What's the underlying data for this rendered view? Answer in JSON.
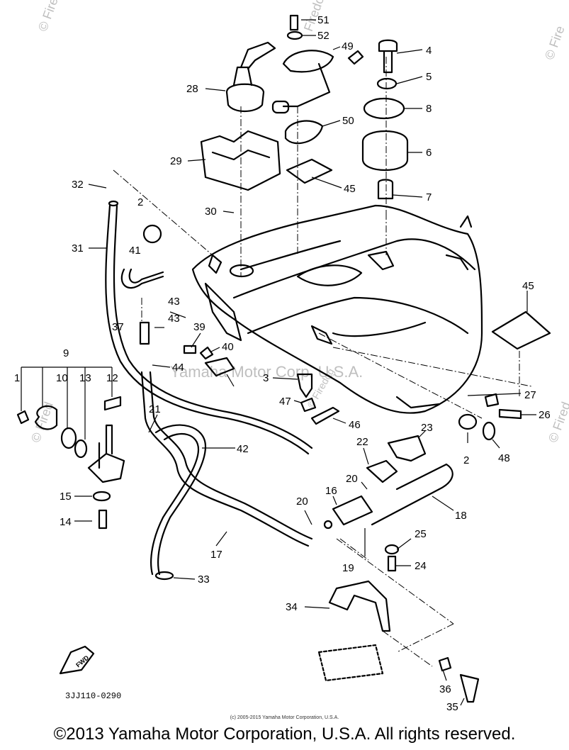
{
  "watermarks": {
    "top_left": "© Firedog",
    "top_mid": "Firedog",
    "top_right": "© Fire",
    "mid_left": "© Fired",
    "mid_right": "© Fired",
    "center": "Yamaha Motor Corp. U.S.A.",
    "center_small": "© Firedog"
  },
  "callouts": [
    "51",
    "52",
    "49",
    "4",
    "5",
    "8",
    "50",
    "6",
    "28",
    "29",
    "45",
    "7",
    "32",
    "30",
    "2",
    "31",
    "41",
    "43",
    "43",
    "37",
    "39",
    "40",
    "44",
    "9",
    "1",
    "10",
    "13",
    "12",
    "3",
    "27",
    "26",
    "47",
    "46",
    "23",
    "21",
    "42",
    "22",
    "2",
    "48",
    "20",
    "16",
    "18",
    "15",
    "20",
    "25",
    "14",
    "19",
    "24",
    "17",
    "33",
    "34",
    "36",
    "35",
    "45"
  ],
  "diagram_code": "3JJ110-0290",
  "fwd_label": "FWD",
  "small_copyright": "(c) 2005-2015 Yamaha Motor Corporation, U.S.A.",
  "copyright": "©2013 Yamaha Motor Corporation, U.S.A. All rights reserved."
}
